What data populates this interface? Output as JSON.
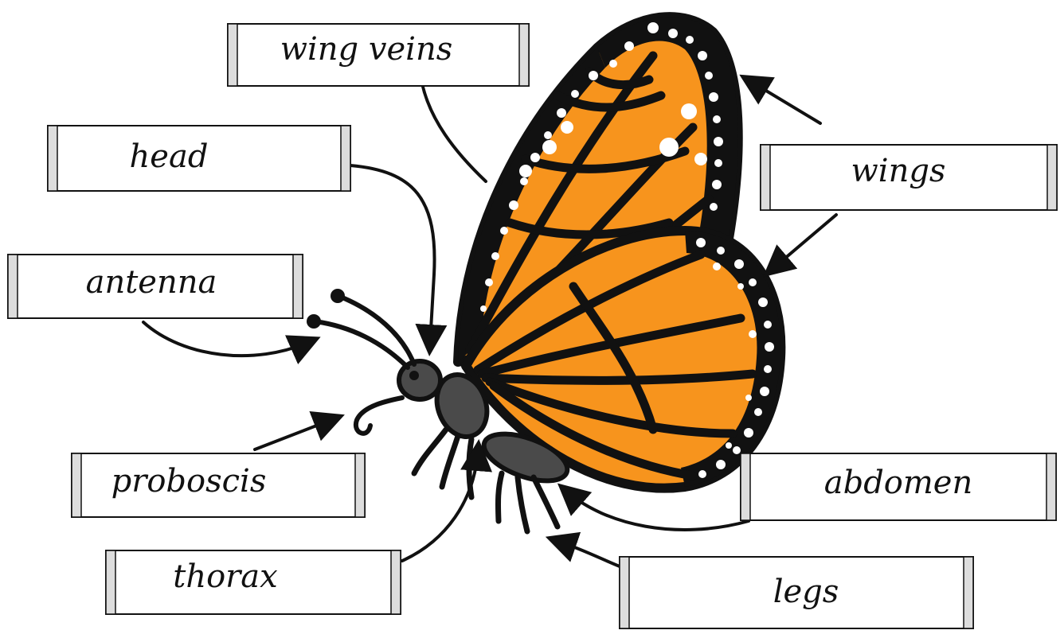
{
  "labels": {
    "wing_veins": "wing veins",
    "head": "head",
    "antenna": "antenna",
    "proboscis": "proboscis",
    "thorax": "thorax",
    "wings": "wings",
    "abdomen": "abdomen",
    "legs": "legs"
  },
  "colors": {
    "wing_orange": "#f7941d",
    "outline": "#111111",
    "spots": "#ffffff",
    "body": "#4a4a4a",
    "background": "#ffffff"
  }
}
